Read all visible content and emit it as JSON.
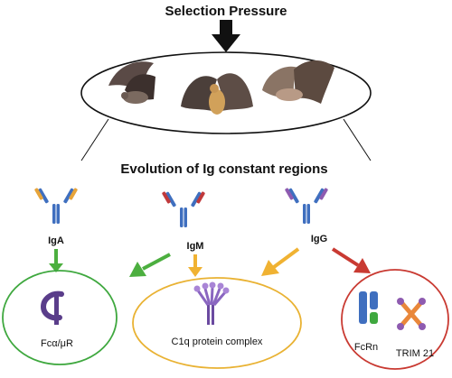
{
  "title": "Selection Pressure",
  "subtitle": "Evolution of Ig constant regions",
  "antibodies": [
    {
      "label": "IgA",
      "heavy_color": "#3f6fbf",
      "light_color": "#e7a43a"
    },
    {
      "label": "IgM",
      "heavy_color": "#3f6fbf",
      "light_color": "#c0393b"
    },
    {
      "label": "IgG",
      "heavy_color": "#3f6fbf",
      "light_color": "#8e5bb0"
    }
  ],
  "receptors": {
    "left": {
      "label": "Fcα/μR",
      "color": "#3fa83f"
    },
    "center": {
      "label": "C1q protein complex",
      "color": "#e9b233"
    },
    "right": {
      "labels": [
        "FcRn",
        "TRIM 21"
      ],
      "color": "#c93a32"
    }
  },
  "colors": {
    "green_arrow": "#4caf3f",
    "yellow_arrow": "#f0b232",
    "red_arrow": "#c93a32",
    "black_arrow": "#111111"
  },
  "icons": [
    "bat-icon",
    "bat-icon",
    "bat-icon",
    "fc-alpha-mu-receptor-icon",
    "c1q-complex-icon",
    "fcrn-icon",
    "trim21-icon"
  ]
}
